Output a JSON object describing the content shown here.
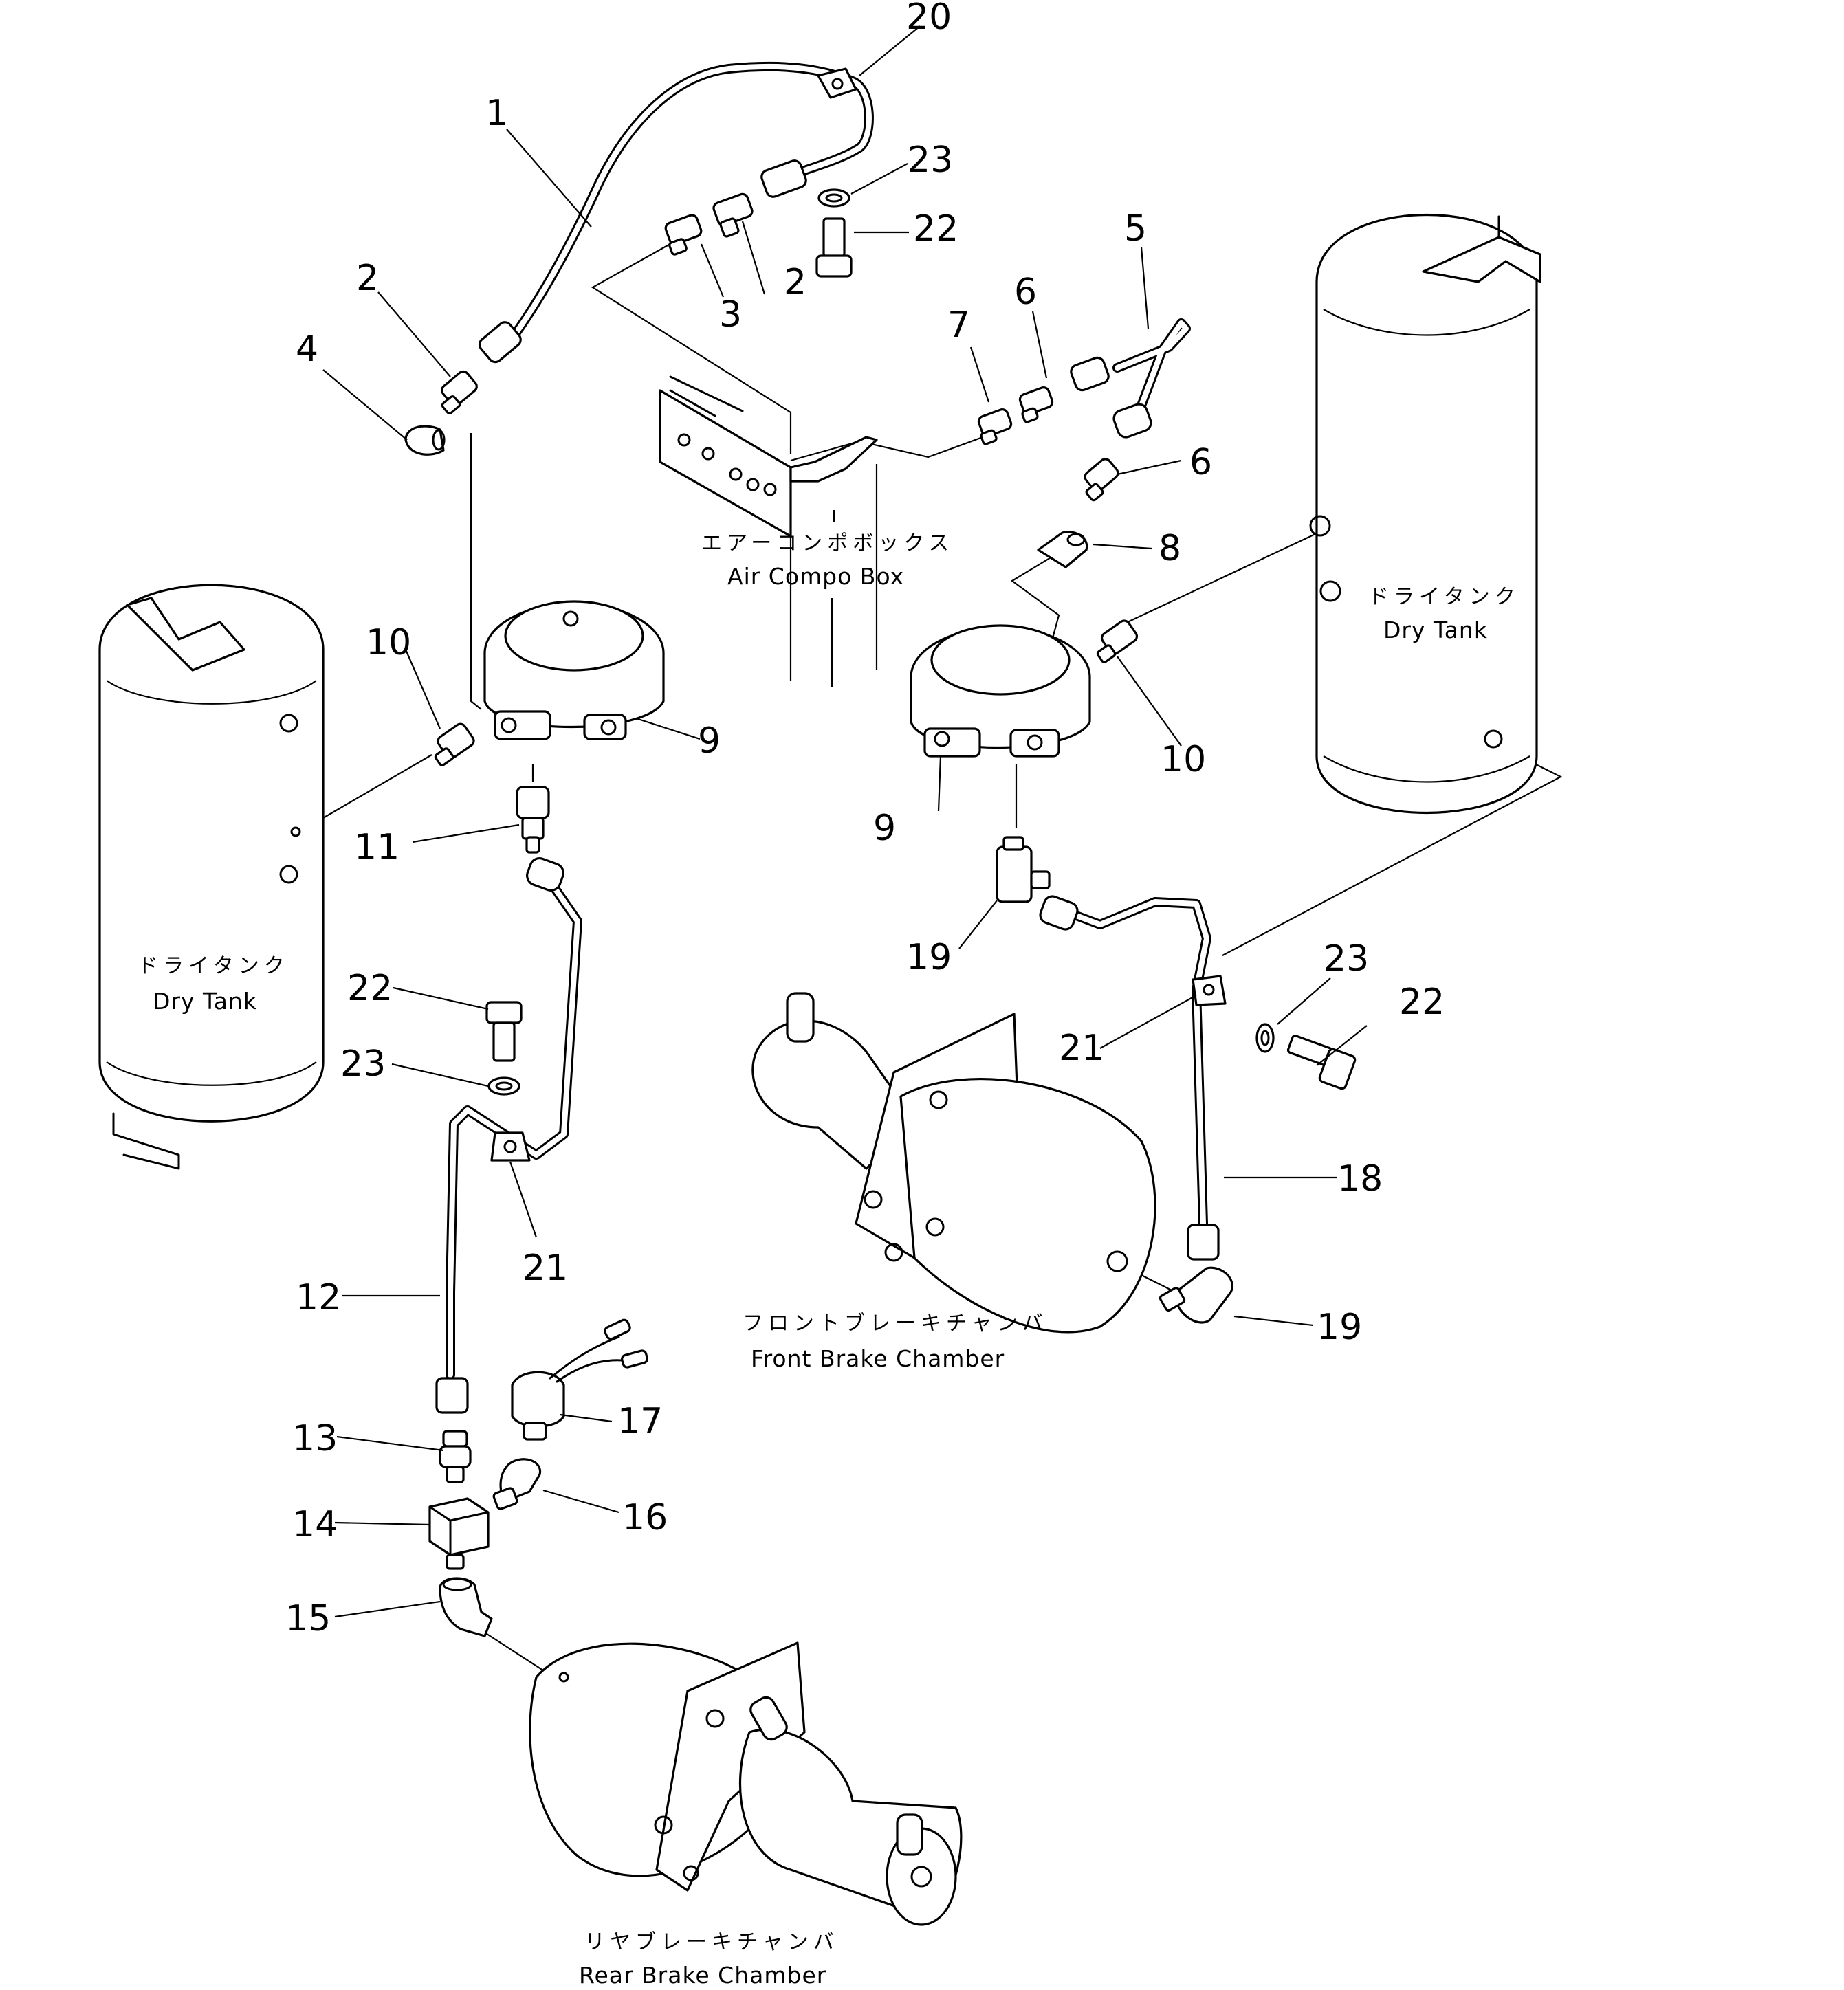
{
  "labels": {
    "air_compo_box_jp": "エアーコンポボックス",
    "air_compo_box_en": "Air Compo Box",
    "dry_tank_left_jp": "ドライタンク",
    "dry_tank_left_en": "Dry Tank",
    "dry_tank_right_jp": "ドライタンク",
    "dry_tank_right_en": "Dry Tank",
    "front_brake_jp": "フロントブレーキチャンバ",
    "front_brake_en": "Front Brake Chamber",
    "rear_brake_jp": "リヤブレーキチャンバ",
    "rear_brake_en": "Rear Brake Chamber"
  },
  "callouts": {
    "c1": "1",
    "c2a": "2",
    "c2b": "2",
    "c3": "3",
    "c4": "4",
    "c5": "5",
    "c6a": "6",
    "c6b": "6",
    "c7": "7",
    "c8": "8",
    "c9a": "9",
    "c9b": "9",
    "c10a": "10",
    "c10b": "10",
    "c11": "11",
    "c12": "12",
    "c13": "13",
    "c14": "14",
    "c15": "15",
    "c16": "16",
    "c17": "17",
    "c18": "18",
    "c19a": "19",
    "c19b": "19",
    "c20": "20",
    "c21a": "21",
    "c21b": "21",
    "c22a": "22",
    "c22b": "22",
    "c22c": "22",
    "c23a": "23",
    "c23b": "23",
    "c23c": "23"
  }
}
